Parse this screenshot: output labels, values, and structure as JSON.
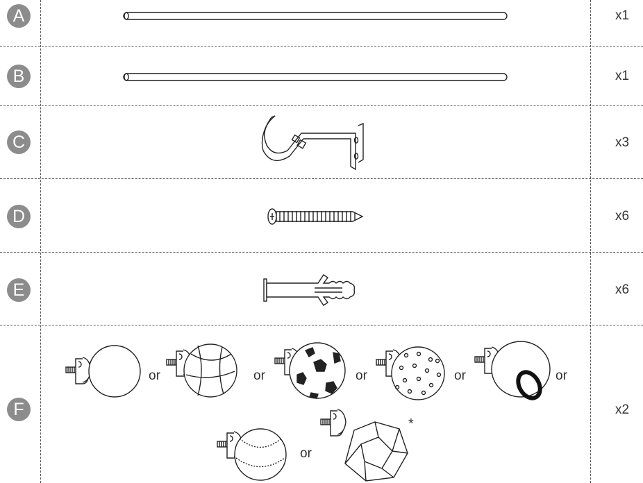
{
  "parts": [
    {
      "letter": "A",
      "item": "rod",
      "quantity": "x1"
    },
    {
      "letter": "B",
      "item": "rod",
      "quantity": "x1"
    },
    {
      "letter": "C",
      "item": "bracket",
      "quantity": "x3"
    },
    {
      "letter": "D",
      "item": "screw",
      "quantity": "x6"
    },
    {
      "letter": "E",
      "item": "wall-plug",
      "quantity": "x6"
    },
    {
      "letter": "F",
      "item": "finial",
      "quantity": "x2"
    }
  ],
  "separator": "or",
  "footnote_mark": "*",
  "colors": {
    "badge": "#8c8c8c",
    "line": "#333333"
  }
}
